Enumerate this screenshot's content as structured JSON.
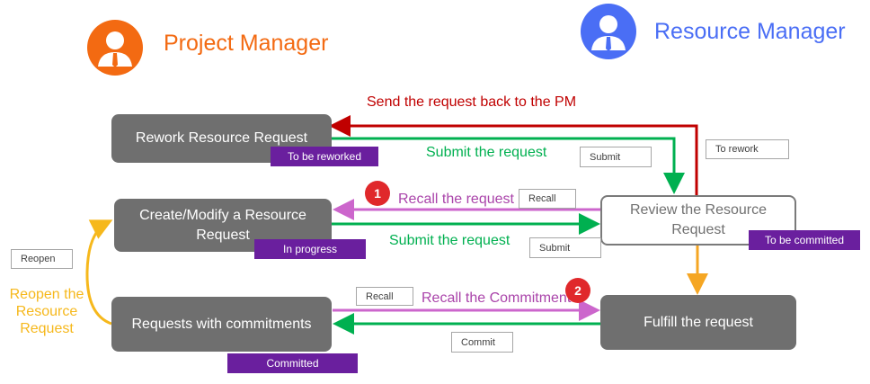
{
  "roles": {
    "left": {
      "title": "Project Manager",
      "icon": "person-icon",
      "color": "#f36a12"
    },
    "right": {
      "title": "Resource Manager",
      "icon": "person-icon",
      "color": "#4a6ef5"
    }
  },
  "nodes": {
    "rework": "Rework Resource Request",
    "create": "Create/Modify a Resource Request",
    "commitments": "Requests with commitments",
    "review": "Review the Resource Request",
    "fulfill": "Fulfill the request"
  },
  "statuses": {
    "to_be_reworked": "To be reworked",
    "in_progress": "In progress",
    "committed": "Committed",
    "to_be_committed": "To be committed"
  },
  "buttons": {
    "submit_top": "Submit",
    "to_rework": "To rework",
    "recall": "Recall",
    "submit_mid": "Submit",
    "reopen": "Reopen",
    "recall_commit": "Recall",
    "commit": "Commit"
  },
  "arrows": {
    "send_back": "Send the request back to the PM",
    "submit_top": "Submit the request",
    "recall": "Recall the request",
    "submit_mid": "Submit the request",
    "recall_commitment": "Recall the Commitment",
    "reopen": "Reopen the Resource Request"
  },
  "badges": {
    "one": "1",
    "two": "2"
  },
  "colors": {
    "red": "#c00000",
    "green": "#00b050",
    "magenta": "#cc66cc",
    "orange": "#f5a623",
    "yellow": "#f6b81c",
    "purple": "#6a1f9e",
    "node_gray": "#6f6f6f"
  }
}
